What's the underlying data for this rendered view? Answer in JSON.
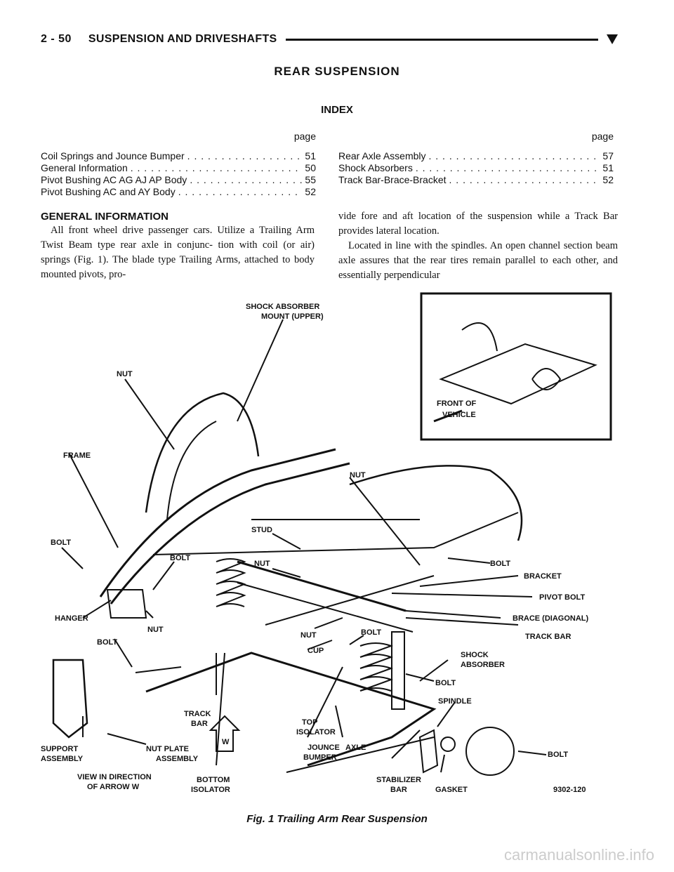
{
  "header": {
    "page_number": "2 - 50",
    "section": "SUSPENSION AND DRIVESHAFTS"
  },
  "title": "REAR SUSPENSION",
  "index": {
    "heading": "INDEX",
    "page_label": "page",
    "left": [
      {
        "title": "Coil Springs and Jounce Bumper",
        "page": "51"
      },
      {
        "title": "General Information",
        "page": "50"
      },
      {
        "title": "Pivot Bushing AC AG AJ AP Body",
        "page": "55"
      },
      {
        "title": "Pivot Bushing AC and AY Body",
        "page": "52"
      }
    ],
    "right": [
      {
        "title": "Rear Axle Assembly",
        "page": "57"
      },
      {
        "title": "Shock Absorbers",
        "page": "51"
      },
      {
        "title": "Track Bar-Brace-Bracket",
        "page": "52"
      }
    ]
  },
  "section_heading": "GENERAL INFORMATION",
  "body": {
    "left": "All front wheel drive passenger cars. Utilize a Trailing Arm Twist Beam type rear axle in conjunc- tion with coil (or air) springs (Fig. 1). The blade type Trailing Arms, attached to body mounted pivots, pro-",
    "right_1": "vide fore and aft location of the suspension while a Track Bar provides lateral location.",
    "right_2": "Located in line with the spindles. An open channel section beam axle assures that the rear tires remain parallel to each other, and essentially perpendicular"
  },
  "figure": {
    "labels": {
      "shock_upper": [
        "SHOCK ABSORBER",
        "MOUNT (UPPER)"
      ],
      "nut1": "NUT",
      "frame": "FRAME",
      "front": [
        "FRONT OF",
        "VEHICLE"
      ],
      "nut2": "NUT",
      "bolt1": "BOLT",
      "bolt2": "BOLT",
      "stud": "STUD",
      "nut3": "NUT",
      "bolt3": "BOLT",
      "bracket": "BRACKET",
      "pivot_bolt": "PIVOT BOLT",
      "hanger": "HANGER",
      "nut4": "NUT",
      "brace": "BRACE (DIAGONAL)",
      "nut5": "NUT",
      "bolt4": "BOLT",
      "cup": "CUP",
      "track_bar1": "TRACK BAR",
      "bolt5": "BOLT",
      "shock": [
        "SHOCK",
        "ABSORBER"
      ],
      "bolt6": "BOLT",
      "spindle": "SPINDLE",
      "track_bar2": [
        "TRACK",
        "BAR"
      ],
      "top_isolator": [
        "TOP",
        "ISOLATOR"
      ],
      "jounce": [
        "JOUNCE",
        "BUMPER"
      ],
      "axle": "AXLE",
      "support": [
        "SUPPORT",
        "ASSEMBLY"
      ],
      "nut_plate": [
        "NUT PLATE",
        "ASSEMBLY"
      ],
      "w": "W",
      "bolt7": "BOLT",
      "view": [
        "VIEW IN DIRECTION",
        "OF ARROW W"
      ],
      "bottom_iso": [
        "BOTTOM",
        "ISOLATOR"
      ],
      "stabilizer": [
        "STABILIZER",
        "BAR"
      ],
      "gasket": "GASKET",
      "code": "9302-120"
    },
    "caption": "Fig. 1 Trailing Arm Rear Suspension"
  },
  "watermark": "carmanualsonline.info"
}
